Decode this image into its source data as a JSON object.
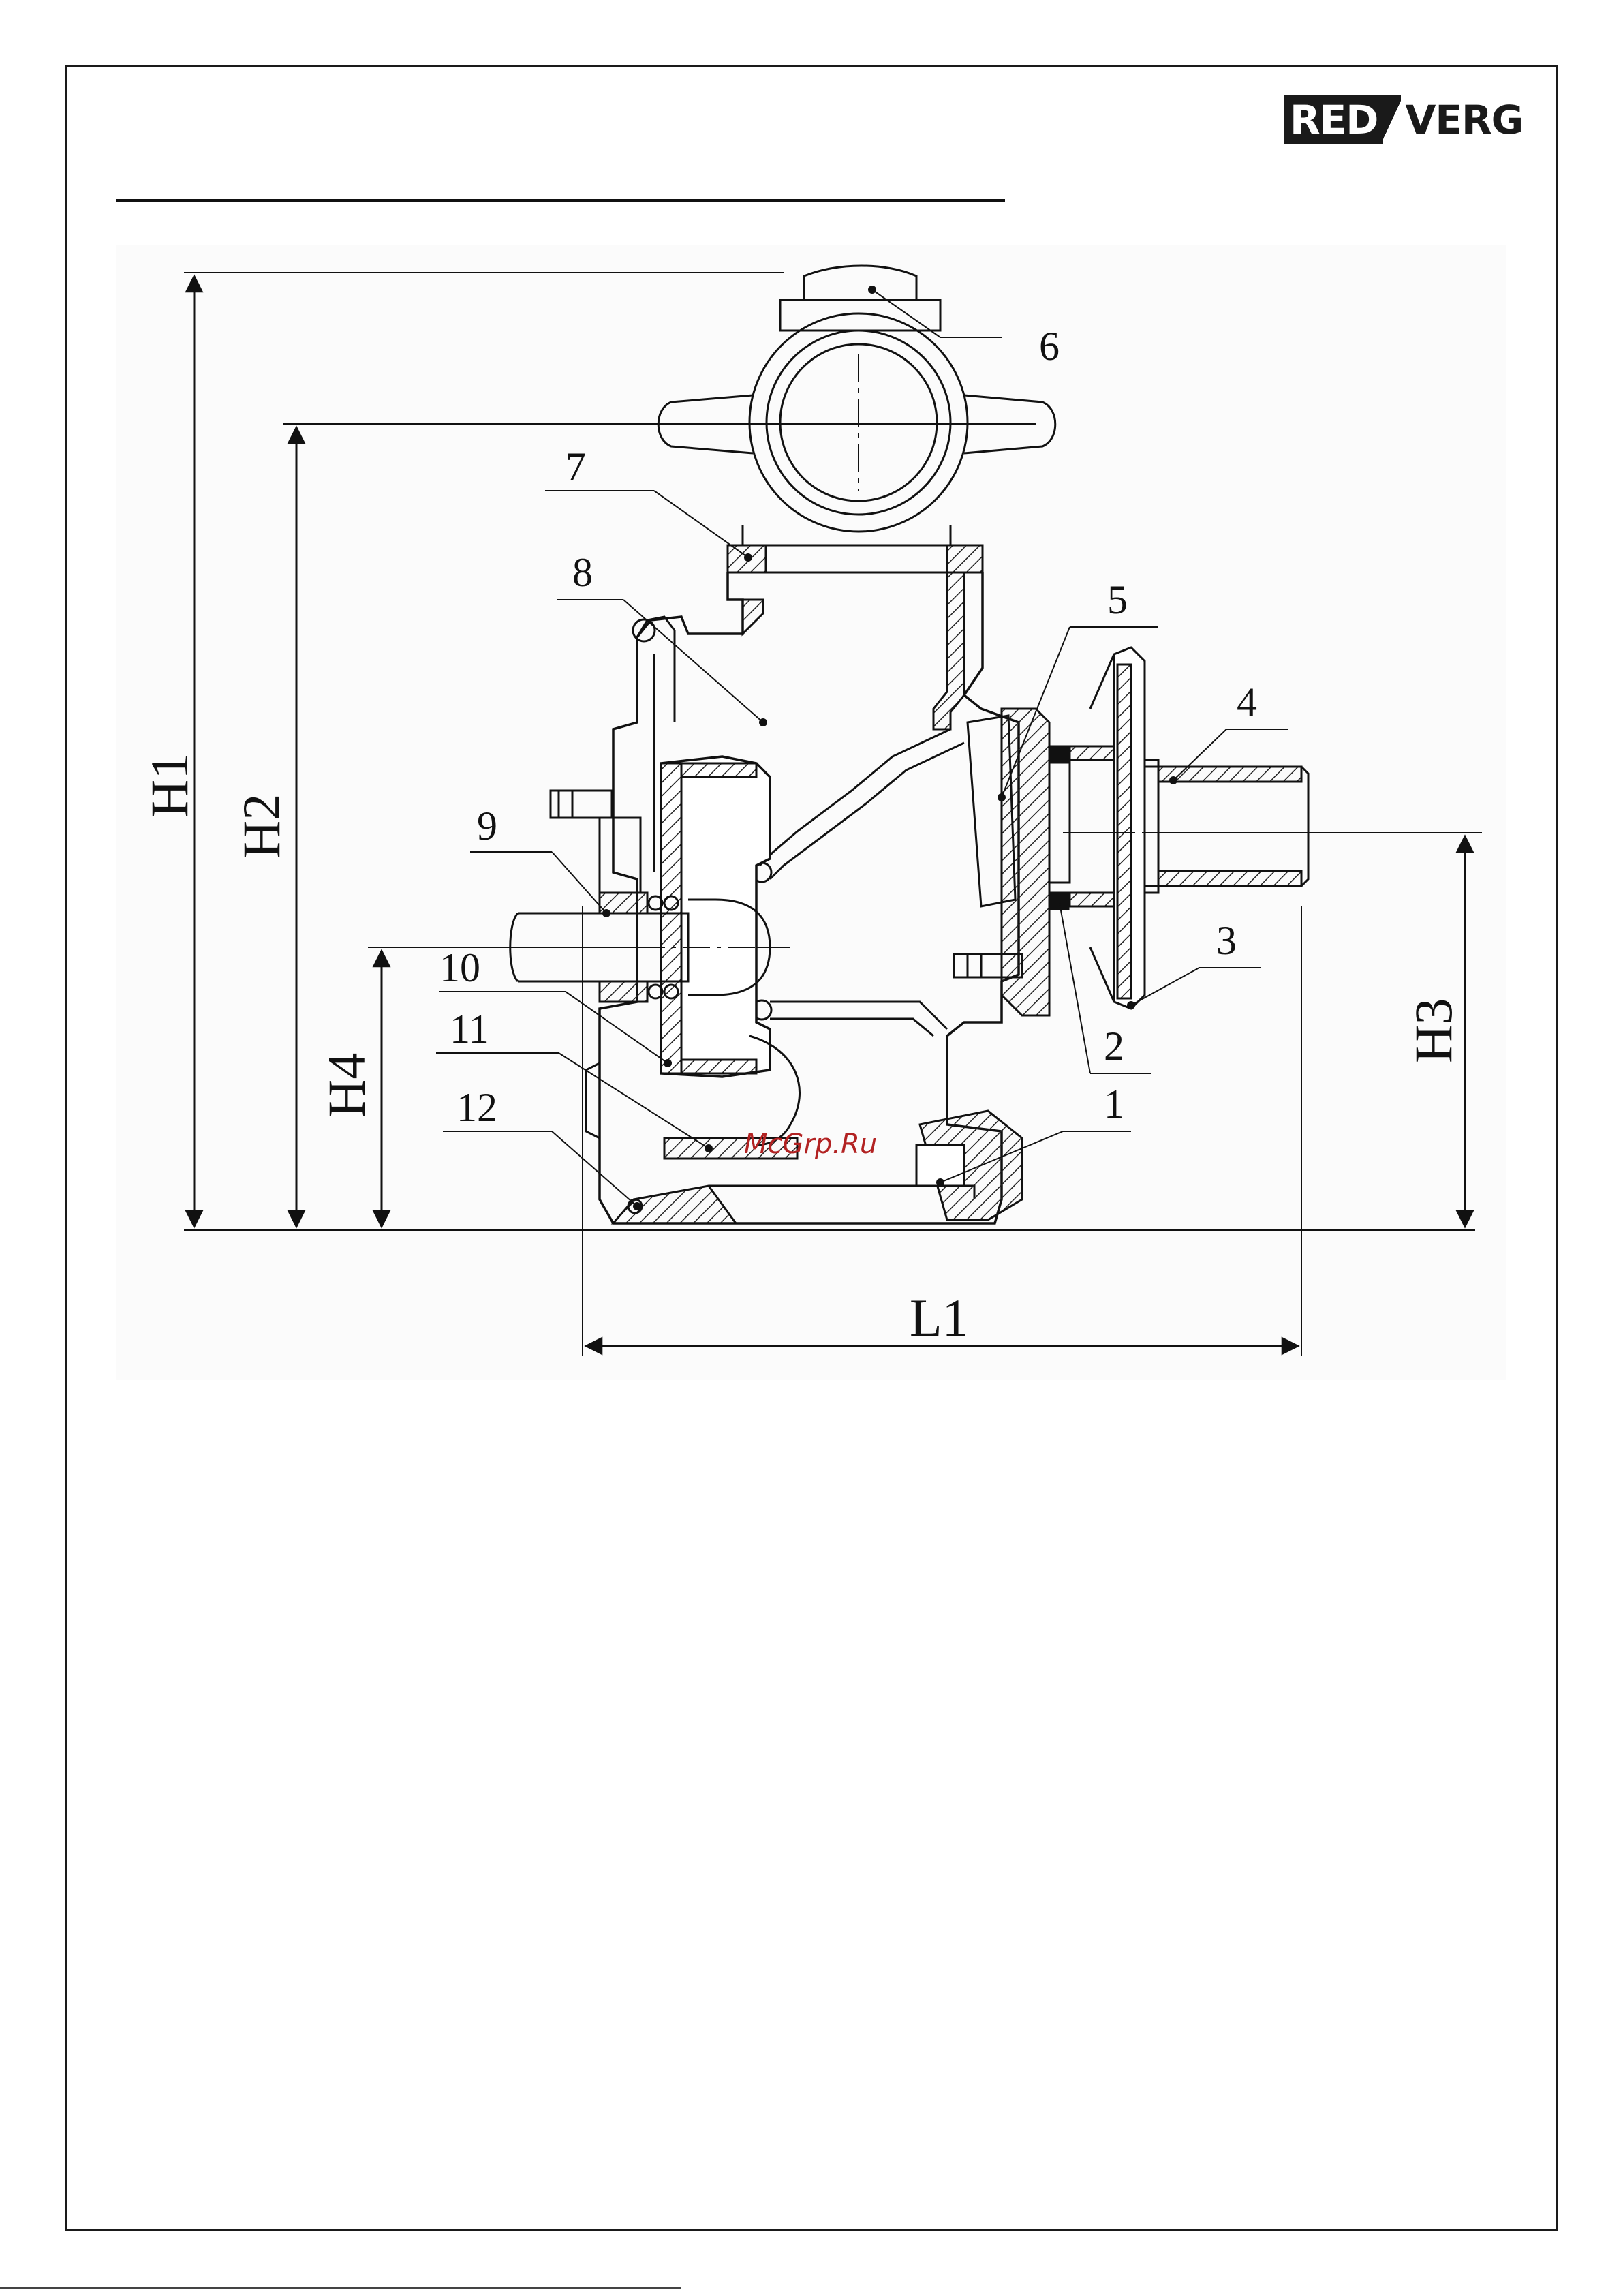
{
  "brand": {
    "part1": "RED",
    "part2": "VERG"
  },
  "watermark": "McGrp.Ru",
  "callouts": [
    "1",
    "2",
    "3",
    "4",
    "5",
    "6",
    "7",
    "8",
    "9",
    "10",
    "11",
    "12"
  ],
  "dimensions": {
    "h1": "H1",
    "h2": "H2",
    "h3": "H3",
    "h4": "H4",
    "l1": "L1"
  },
  "colors": {
    "line": "#111111",
    "watermark": "#b22222",
    "background": "#ffffff"
  }
}
